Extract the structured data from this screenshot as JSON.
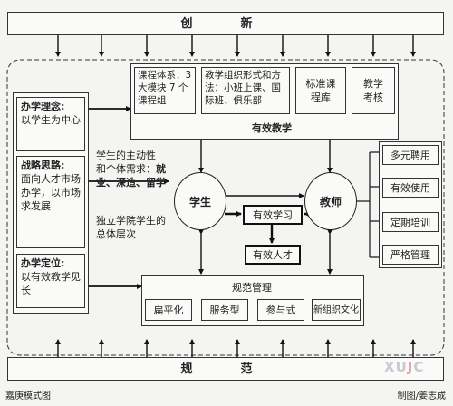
{
  "top_bar": {
    "label": "创　新"
  },
  "bottom_bar": {
    "label": "规　范"
  },
  "left_panel": {
    "philosophy": {
      "title": "办学理念:",
      "body": "以学生为中心"
    },
    "strategy": {
      "title": "战略思路:",
      "body": "面向人才市场办学，以市场求发展"
    },
    "positioning": {
      "title": "办学定位:",
      "body": "以有效教学见长"
    }
  },
  "effective_teaching": {
    "caption": "有效教学",
    "boxes": [
      {
        "text": "课程体系：3 大模块 7 个课程组"
      },
      {
        "text": "教学组织形式和方法：小班上课、国际班、俱乐部"
      },
      {
        "text": "标准课程库"
      },
      {
        "text": "教学考核"
      }
    ]
  },
  "student_needs": {
    "line1": "学生的主动性",
    "line2": "和个体需求：",
    "strong": "就业、深造、留学"
  },
  "student_level": {
    "text": "独立学院学生的总体层次"
  },
  "student": {
    "label": "学生"
  },
  "teacher": {
    "label": "教师"
  },
  "effective_learning": {
    "label": "有效学习"
  },
  "effective_talent": {
    "label": "有效人才"
  },
  "right_panel": {
    "items": [
      {
        "label": "多元聘用"
      },
      {
        "label": "有效使用"
      },
      {
        "label": "定期培训"
      },
      {
        "label": "严格管理"
      }
    ]
  },
  "standard_management": {
    "title": "规范管理",
    "items": [
      {
        "label": "扁平化"
      },
      {
        "label": "服务型"
      },
      {
        "label": "参与式"
      },
      {
        "label": "新组织文化"
      }
    ]
  },
  "footer": {
    "left": "嘉庚模式图",
    "right": "制图/姜志成",
    "watermark_a": "XU",
    "watermark_b": "J",
    "watermark_c": "C"
  }
}
